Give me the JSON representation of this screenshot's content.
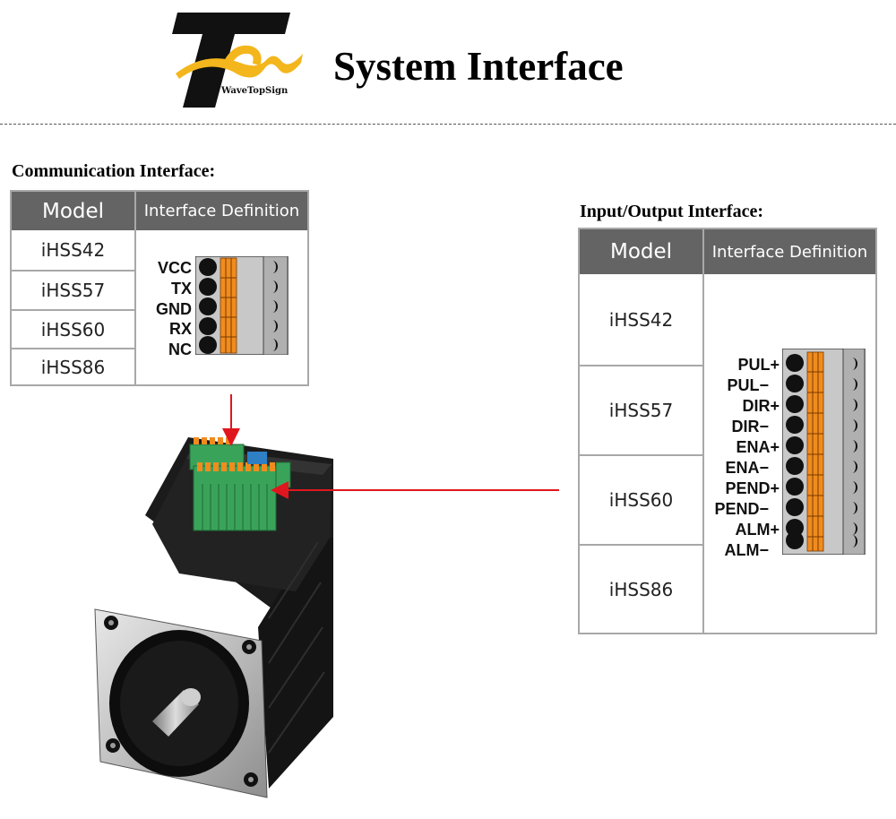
{
  "header": {
    "title": "System Interface",
    "logo_text": "WaveTopSign"
  },
  "communication": {
    "heading": "Communication Interface:",
    "col_model": "Model",
    "col_definition": "Interface Definition",
    "models": [
      "iHSS42",
      "iHSS57",
      "iHSS60",
      "iHSS86"
    ],
    "pins": [
      "VCC",
      "TX",
      "GND",
      "RX",
      "NC"
    ]
  },
  "io": {
    "heading": "Input/Output Interface:",
    "col_model": "Model",
    "col_definition": "Interface Definition",
    "models": [
      "iHSS42",
      "iHSS57",
      "iHSS60",
      "iHSS86"
    ],
    "pins": [
      "PUL+",
      "PUL−",
      "DIR+",
      "DIR−",
      "ENA+",
      "ENA−",
      "PEND+",
      "PEND−",
      "ALM+",
      "ALM−"
    ]
  },
  "colors": {
    "header_fill": "#646464",
    "table_border": "#a8a8a8",
    "arrow": "#e0161e",
    "connector_green": "#3aa35a",
    "terminal_orange": "#f08c1e",
    "logo_gold": "#f3b61c"
  }
}
